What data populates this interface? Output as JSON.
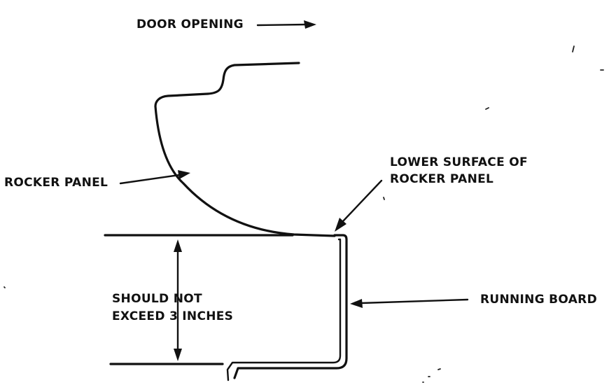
{
  "labels": {
    "door_opening": "DOOR OPENING",
    "rocker_panel": "ROCKER PANEL",
    "lower_surface_line1": "LOWER SURFACE OF",
    "lower_surface_line2": "ROCKER PANEL",
    "running_board": "RUNNING BOARD",
    "dimension_line1": "SHOULD NOT",
    "dimension_line2": "EXCEED 3 INCHES"
  },
  "colors": {
    "ink": "#111111",
    "background": "#ffffff"
  }
}
